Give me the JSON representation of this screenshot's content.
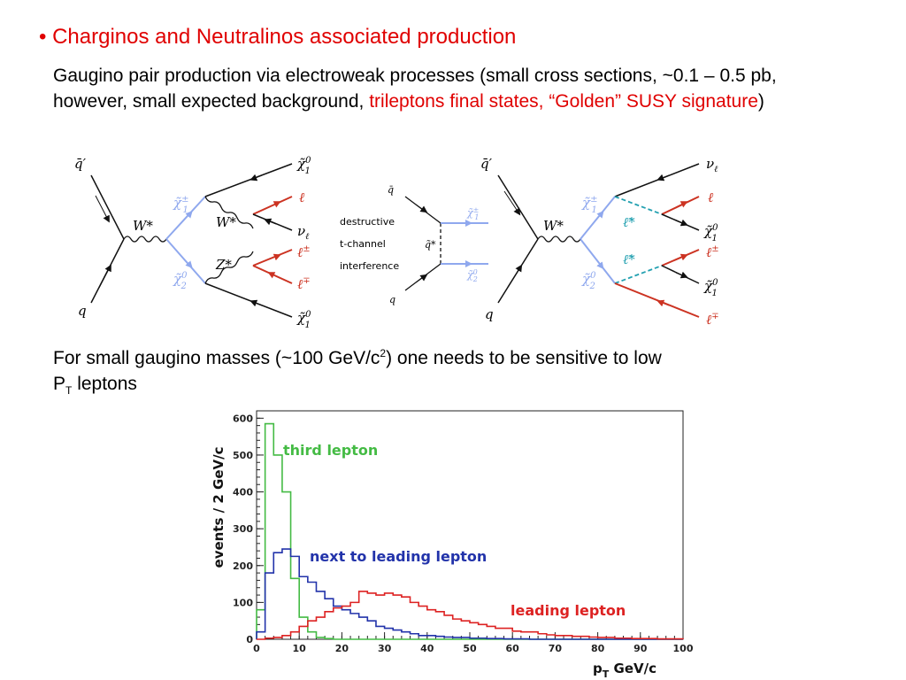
{
  "slide": {
    "title": "• Charginos and Neutralinos associated production",
    "para1_black": "Gaugino pair production via electroweak processes (small cross sections, ~0.1 – 0.5 pb, however, small expected background, ",
    "para1_red": "trileptons final states, “Golden” SUSY signature",
    "para1_close": ")",
    "para2_pre": "For small gaugino masses (~100 GeV/c",
    "para2_sup": "2",
    "para2_post": ") one needs to be sensitive to low",
    "para2_line2_p": "P",
    "para2_line2_sub": "T",
    "para2_line2_rest": " leptons"
  },
  "diagrams": {
    "left": {
      "qbar": "q̄′",
      "q": "q",
      "w": "W*",
      "chargino": "χ̃",
      "chargino_sup": "±",
      "chargino_sub": "1",
      "neutralino2": "χ̃",
      "neutralino2_sup": "0",
      "neutralino2_sub": "2",
      "wstar2": "W*",
      "zstar": "Z*",
      "out_chi1_top": "χ̃",
      "out_chi1_top_sup": "0",
      "out_chi1_top_sub": "1",
      "out_l": "ℓ",
      "out_nu": "ν",
      "out_nu_sub": "ℓ",
      "out_lpm": "ℓ",
      "out_lpm_sup": "±",
      "out_lmp": "ℓ",
      "out_lmp_sup": "∓",
      "out_chi1_bot": "χ̃",
      "out_chi1_bot_sup": "0",
      "out_chi1_bot_sub": "1"
    },
    "middle": {
      "qbar": "q̄",
      "q": "q",
      "squark": "q̃*",
      "chi1": "χ̃",
      "chi1_sup": "±",
      "chi1_sub": "1",
      "chi2": "χ̃",
      "chi2_sup": "0",
      "chi2_sub": "2",
      "note1": "destructive",
      "note2": "t-channel",
      "note3": "interference"
    },
    "right": {
      "qbar": "q̄′",
      "q": "q",
      "w": "W*",
      "chargino": "χ̃",
      "chargino_sup": "±",
      "chargino_sub": "1",
      "neutralino2": "χ̃",
      "neutralino2_sup": "0",
      "neutralino2_sub": "2",
      "slep_top": "ℓ̃*",
      "slep_bot": "ℓ̃*",
      "out_nu": "ν",
      "out_nu_sub": "ℓ",
      "out_l": "ℓ",
      "out_chi1_a": "χ̃",
      "out_chi1_a_sup": "0",
      "out_chi1_a_sub": "1",
      "out_lpm": "ℓ",
      "out_lpm_sup": "±",
      "out_chi1_b": "χ̃",
      "out_chi1_b_sup": "0",
      "out_chi1_b_sub": "1",
      "out_lmp": "ℓ",
      "out_lmp_sup": "∓"
    }
  },
  "colors": {
    "accent_red": "#e00000",
    "susy_blue": "#8fa8ee",
    "lepton_red": "#cc3322",
    "slepton_teal": "#22a0b0",
    "third": "#44bb44",
    "next": "#2233aa",
    "leading": "#dd2222"
  },
  "chart_data": {
    "type": "line",
    "xlabel": "p_T GeV/c",
    "ylabel": "events / 2 GeV/c",
    "xlim": [
      0,
      100
    ],
    "ylim": [
      0,
      620
    ],
    "xticks": [
      0,
      10,
      20,
      30,
      40,
      50,
      60,
      70,
      80,
      90,
      100
    ],
    "yticks": [
      0,
      100,
      200,
      300,
      400,
      500,
      600
    ],
    "bin_width": 2,
    "grid": false,
    "series": [
      {
        "name": "third lepton",
        "color": "#44bb44",
        "values": [
          80,
          585,
          500,
          400,
          165,
          60,
          20,
          5,
          2,
          0,
          0,
          0,
          0,
          0,
          0,
          0,
          0,
          0,
          0,
          0,
          0,
          0,
          0,
          0,
          0,
          0,
          0,
          0,
          0,
          0,
          0,
          0,
          0,
          0,
          0,
          0,
          0,
          0,
          0,
          0,
          0,
          0,
          0,
          0,
          0,
          0,
          0,
          0,
          0,
          0
        ]
      },
      {
        "name": "next to leading lepton",
        "color": "#2233aa",
        "values": [
          20,
          180,
          235,
          245,
          225,
          170,
          155,
          130,
          110,
          90,
          80,
          70,
          60,
          50,
          35,
          30,
          25,
          20,
          15,
          10,
          10,
          8,
          6,
          5,
          5,
          3,
          3,
          2,
          2,
          1,
          1,
          1,
          0,
          0,
          0,
          0,
          0,
          0,
          0,
          0,
          0,
          0,
          0,
          0,
          0,
          0,
          0,
          0,
          0,
          0
        ]
      },
      {
        "name": "leading lepton",
        "color": "#dd2222",
        "values": [
          0,
          3,
          5,
          10,
          20,
          35,
          50,
          60,
          75,
          85,
          90,
          100,
          130,
          125,
          120,
          125,
          120,
          115,
          100,
          90,
          80,
          75,
          65,
          55,
          50,
          45,
          40,
          35,
          30,
          30,
          22,
          20,
          20,
          15,
          12,
          10,
          10,
          8,
          8,
          6,
          5,
          5,
          3,
          3,
          2,
          2,
          2,
          1,
          1,
          1
        ]
      }
    ]
  }
}
